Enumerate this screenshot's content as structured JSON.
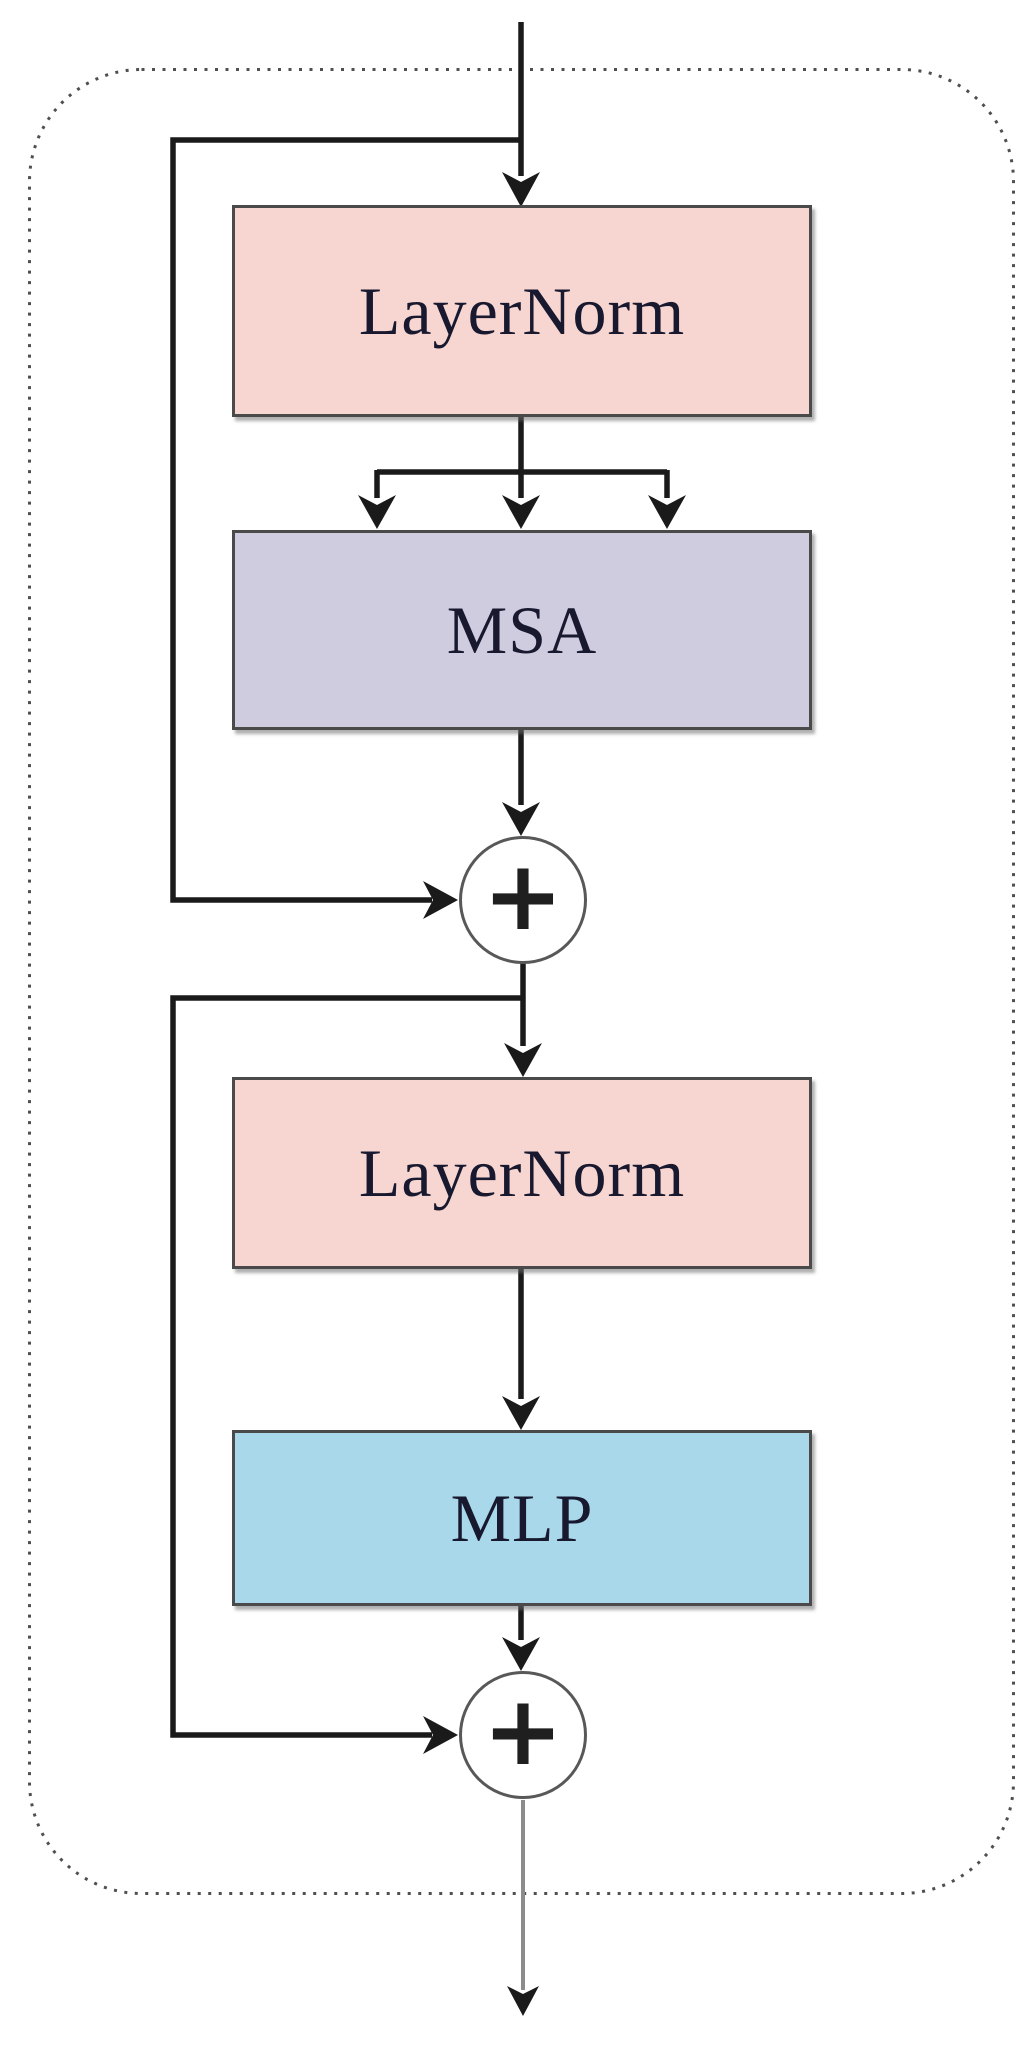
{
  "colors": {
    "canvas-bg": "#ffffff",
    "box-border": "#4a4a4a",
    "layernorm-fill": "#f7d6d1",
    "msa-fill": "#cfcce0",
    "mlp-fill": "#a9d8eb",
    "label-text": "#18182f",
    "line": "#1a1a1a",
    "output-line": "#8c8c8c",
    "dash-border": "#4f4f4f",
    "node-bg": "#ffffff",
    "plus-text": "#1f1f1f"
  },
  "nodes": {
    "layernorm1": {
      "label": "LayerNorm"
    },
    "msa": {
      "label": "MSA"
    },
    "add1": {
      "label": "+"
    },
    "layernorm2": {
      "label": "LayerNorm"
    },
    "mlp": {
      "label": "MLP"
    },
    "add2": {
      "label": "+"
    }
  },
  "edges": [
    {
      "from": "input",
      "to": "layernorm1",
      "arrow_count": 1
    },
    {
      "from": "layernorm1",
      "to": "msa",
      "arrow_count": 3
    },
    {
      "from": "msa",
      "to": "add1",
      "arrow_count": 1
    },
    {
      "from": "input",
      "to": "add1",
      "type": "residual-skip"
    },
    {
      "from": "add1",
      "to": "layernorm2",
      "arrow_count": 1
    },
    {
      "from": "layernorm2",
      "to": "mlp",
      "arrow_count": 1
    },
    {
      "from": "mlp",
      "to": "add2",
      "arrow_count": 1
    },
    {
      "from": "add1",
      "to": "add2",
      "type": "residual-skip"
    },
    {
      "from": "add2",
      "to": "output",
      "arrow_count": 1
    }
  ]
}
